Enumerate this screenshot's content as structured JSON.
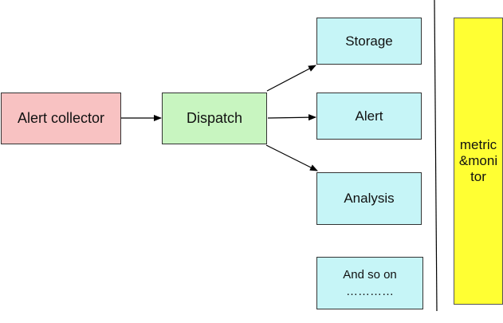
{
  "colors": {
    "collector_fill": "#f8c2c2",
    "dispatch_fill": "#c8f5c0",
    "target_fill": "#c6f5f7",
    "monitor_fill": "#ffff33",
    "stroke": "#000000"
  },
  "nodes": {
    "alert_collector": "Alert collector",
    "dispatch": "Dispatch",
    "storage": "Storage",
    "alert": "Alert",
    "analysis": "Analysis",
    "and_so_on": "And so on",
    "and_so_on_dots": "…………",
    "monitor": "metric&monitor"
  },
  "edges": [
    {
      "from": "alert_collector",
      "to": "dispatch"
    },
    {
      "from": "dispatch",
      "to": "storage"
    },
    {
      "from": "dispatch",
      "to": "alert"
    },
    {
      "from": "dispatch",
      "to": "analysis"
    }
  ]
}
